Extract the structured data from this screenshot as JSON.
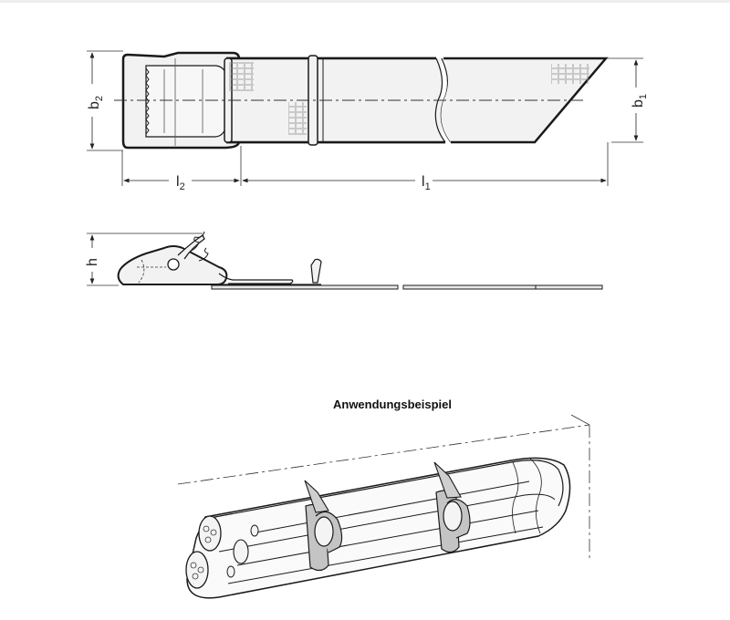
{
  "drawing": {
    "top_view": {
      "dimensions": {
        "b2": {
          "main": "b",
          "sub": "2"
        },
        "b1": {
          "main": "b",
          "sub": "1"
        },
        "l2": {
          "main": "l",
          "sub": "2"
        },
        "l1": {
          "main": "l",
          "sub": "1"
        }
      }
    },
    "side_view": {
      "dimensions": {
        "h": {
          "main": "h"
        }
      }
    },
    "application_example": {
      "caption": "Anwendungsbeispiel"
    }
  },
  "colors": {
    "line": "#1a1a1a",
    "fill": "#f2f2f2",
    "strap": "#bdbdbd",
    "topbar": "#eeeeee"
  }
}
